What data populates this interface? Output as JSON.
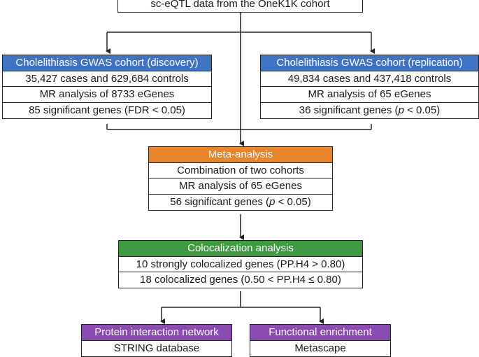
{
  "top_box": {
    "text": "sc-eQTL data from the OneK1K cohort"
  },
  "discovery": {
    "header": "Cholelithiasis GWAS cohort (discovery)",
    "rows": [
      "35,427 cases and 629,684 controls",
      "MR analysis of 8733 eGenes",
      "85 significant genes (FDR < 0.05)"
    ]
  },
  "replication": {
    "header": "Cholelithiasis GWAS cohort (replication)",
    "rows": [
      "49,834 cases and 437,418 controls",
      "MR analysis of 65 eGenes"
    ],
    "sig": {
      "pre": "36 significant genes (",
      "p": "p",
      "post": " < 0.05)"
    }
  },
  "meta": {
    "header": "Meta-analysis",
    "rows": [
      "Combination of two cohorts",
      "MR analysis of 65 eGenes"
    ],
    "sig": {
      "pre": "56 significant genes (",
      "p": "p",
      "post": " < 0.05)"
    }
  },
  "coloc": {
    "header": "Colocalization analysis",
    "rows": [
      "10 strongly colocalized genes (PP.H4 > 0.80)",
      "18 colocalized genes (0.50 < PP.H4 ≤ 0.80)"
    ]
  },
  "ppi": {
    "header": "Protein interaction network",
    "rows": [
      "STRING database"
    ]
  },
  "enrich": {
    "header": "Functional enrichment",
    "rows": [
      "Metascape"
    ]
  },
  "colors": {
    "blue": "#3f73c6",
    "orange": "#e8852b",
    "green": "#3f9a43",
    "purple": "#8a4bb3"
  }
}
